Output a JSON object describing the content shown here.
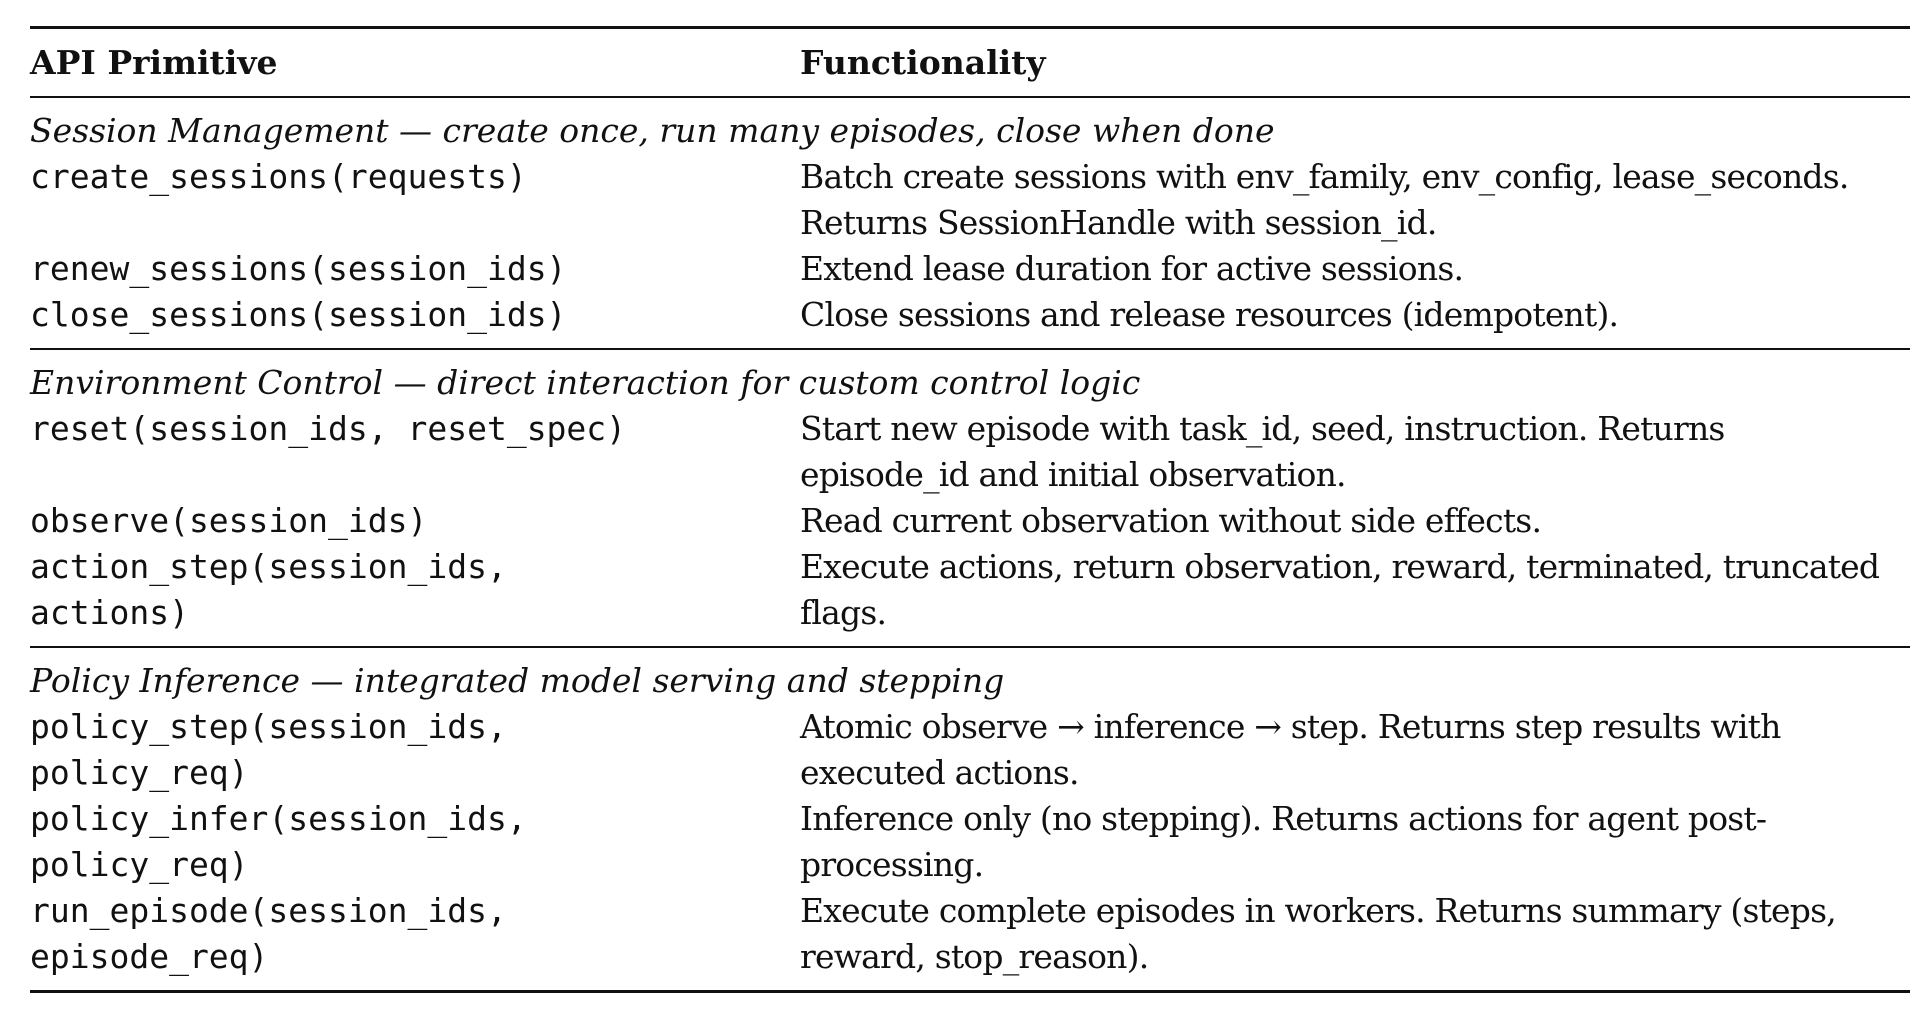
{
  "table": {
    "headers": {
      "primitive": "API Primitive",
      "functionality": "Functionality"
    },
    "sections": [
      {
        "title": "Session Management — create once, run many episodes, close when done",
        "rows": [
          {
            "primitive": [
              "create_sessions(requests)"
            ],
            "functionality": [
              "Batch create sessions with env_family, env_config, lease_seconds.",
              "Returns SessionHandle with session_id."
            ]
          },
          {
            "primitive": [
              "renew_sessions(session_ids)"
            ],
            "functionality": [
              "Extend lease duration for active sessions."
            ]
          },
          {
            "primitive": [
              "close_sessions(session_ids)"
            ],
            "functionality": [
              "Close sessions and release resources (idempotent)."
            ]
          }
        ]
      },
      {
        "title": "Environment Control — direct interaction for custom control logic",
        "rows": [
          {
            "primitive": [
              "reset(session_ids, reset_spec)"
            ],
            "functionality": [
              "Start new episode with task_id, seed, instruction.  Returns",
              "episode_id and initial observation."
            ]
          },
          {
            "primitive": [
              "observe(session_ids)"
            ],
            "functionality": [
              "Read current observation without side effects."
            ]
          },
          {
            "primitive": [
              "action_step(session_ids,",
              "actions)"
            ],
            "functionality": [
              "Execute actions, return observation, reward, terminated, truncated",
              "flags."
            ]
          }
        ]
      },
      {
        "title": "Policy Inference — integrated model serving and stepping",
        "rows": [
          {
            "primitive": [
              "policy_step(session_ids,",
              "policy_req)"
            ],
            "functionality": [
              "Atomic observe → inference → step.  Returns step results with",
              "executed actions."
            ]
          },
          {
            "primitive": [
              "policy_infer(session_ids,",
              "policy_req)"
            ],
            "functionality": [
              "Inference only (no stepping).  Returns actions for agent post-",
              "processing."
            ]
          },
          {
            "primitive": [
              "run_episode(session_ids,",
              "episode_req)"
            ],
            "functionality": [
              "Execute complete episodes in workers. Returns summary (steps,",
              "reward, stop_reason)."
            ]
          }
        ]
      }
    ]
  }
}
